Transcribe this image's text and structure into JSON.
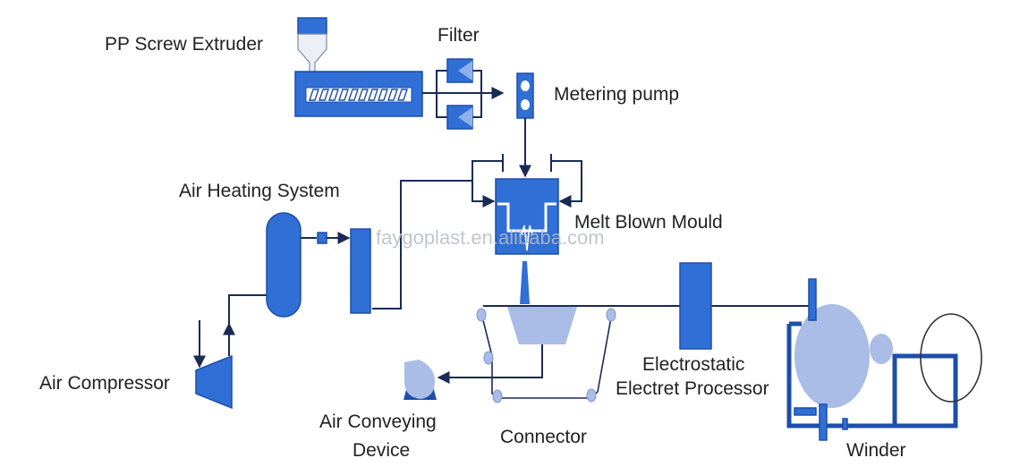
{
  "diagram": {
    "title": "Melt Blown Production Line Process Flow",
    "colors": {
      "equipment_dark": "#2f6fd6",
      "equipment_light": "#a9bde6",
      "pipe": "#1a2a55",
      "label": "#222222",
      "watermark": "#b8bcc4"
    },
    "labels": {
      "extruder": "PP Screw Extruder",
      "filter": "Filter",
      "metering_pump": "Metering pump",
      "air_heating": "Air Heating System",
      "melt_blown_mould": "Melt Blown Mould",
      "air_compressor": "Air Compressor",
      "air_conveying_1": "Air Conveying",
      "air_conveying_2": "Device",
      "connector": "Connector",
      "electret_1": "Electrostatic",
      "electret_2": "Electret Processor",
      "winder": "Winder"
    },
    "watermark": "faygoplast.en.alibaba.com",
    "flow": [
      {
        "from": "PP Screw Extruder",
        "to": "Filter"
      },
      {
        "from": "Filter",
        "to": "Metering pump"
      },
      {
        "from": "Metering pump",
        "to": "Melt Blown Mould"
      },
      {
        "from": "Air Compressor",
        "to": "Air Heating System"
      },
      {
        "from": "Air Heating System",
        "to": "Melt Blown Mould"
      },
      {
        "from": "Melt Blown Mould",
        "to": "Connector"
      },
      {
        "from": "Connector",
        "to": "Air Conveying Device"
      },
      {
        "from": "Connector",
        "to": "Electrostatic Electret Processor"
      },
      {
        "from": "Electrostatic Electret Processor",
        "to": "Winder"
      }
    ]
  }
}
